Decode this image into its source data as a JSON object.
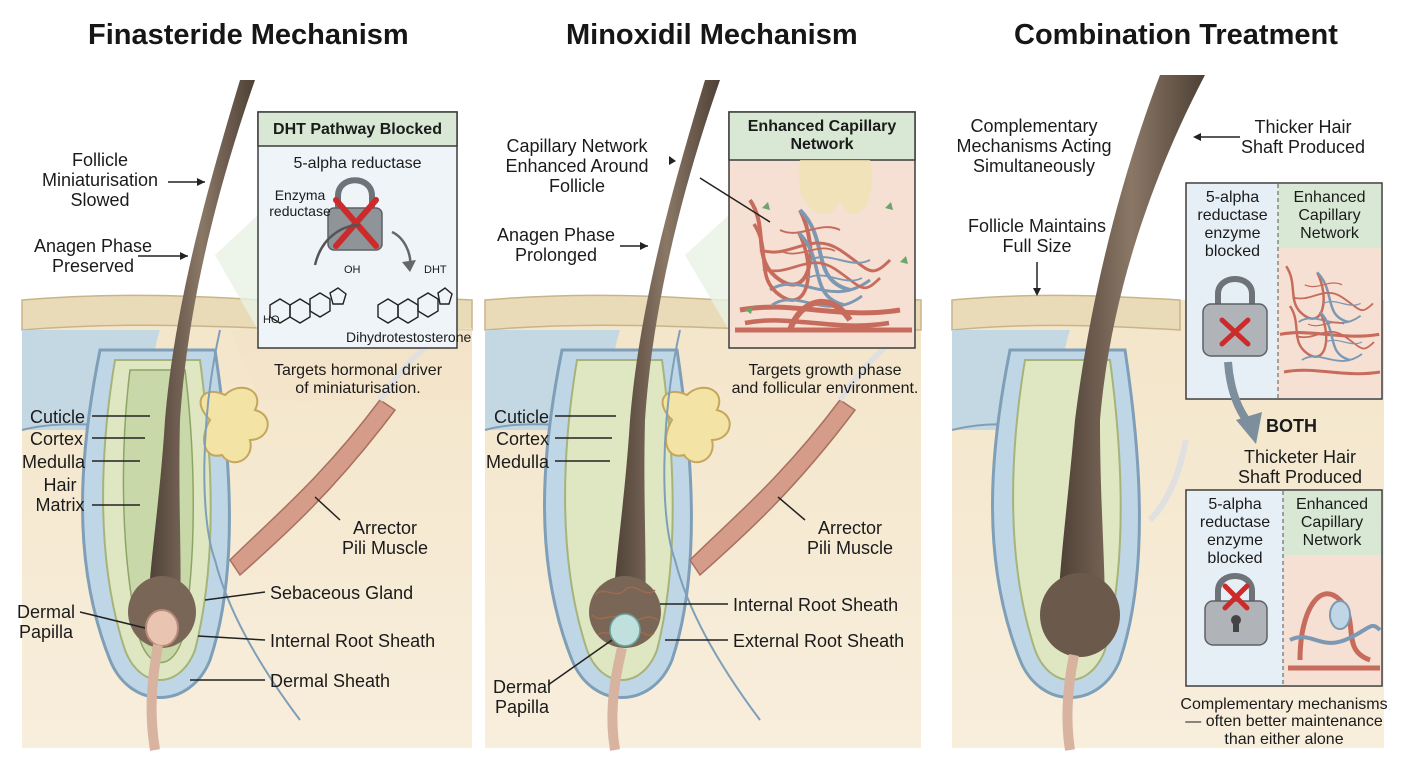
{
  "titles": {
    "finasteride": "Finasteride Mechanism",
    "minoxidil": "Minoxidil Mechanism",
    "combination": "Combination Treatment"
  },
  "finasteride": {
    "follicle_miniaturisation": "Follicle\nMiniaturisation\nSlowed",
    "anagen_preserved": "Anagen Phase\nPreserved",
    "inset_title": "DHT Pathway Blocked",
    "enzyme_label": "5-alpha reductase",
    "enzyma_reductase": "Enzyma\nreductase",
    "oh": "OH",
    "ho": "HO",
    "dht": "DHT",
    "dihydrotestosterone": "Dihydrotestosterone",
    "caption": "Targets hormonal driver\nof miniaturisation.",
    "cuticle": "Cuticle",
    "cortex": "Cortex",
    "medulla": "Medulla",
    "hair_matrix": "Hair\nMatrix",
    "dermal_papilla": "Dermal\nPapilla",
    "arrector": "Arrector\nPili Muscle",
    "sebaceous": "Sebaceous Gland",
    "internal_root": "Internal Root Sheath",
    "dermal_sheath": "Dermal Sheath"
  },
  "minoxidil": {
    "capillary_enhanced": "Capillary Network\nEnhanced Around\nFollicle",
    "anagen_prolonged": "Anagen Phase\nProlonged",
    "inset_title": "Enhanced Capillary\nNetwork",
    "caption": "Targets growth phase\nand follicular environment.",
    "cuticle": "Cuticle",
    "cortex": "Cortex",
    "medulla": "Medulla",
    "arrector": "Arrector\nPili Muscle",
    "internal_root": "Internal Root Sheath",
    "external_root": "External Root Sheath",
    "dermal_papilla": "Dermal\nPapilla"
  },
  "combination": {
    "complementary": "Complementary\nMechanisms Acting\nSimultaneously",
    "thicker_hair": "Thicker Hair\nShaft Produced",
    "follicle_maintains": "Follicle Maintains\nFull Size",
    "box1_left": "5-alpha\nreductase\nenzyme\nblocked",
    "box1_right": "Enhanced\nCapillary\nNetwork",
    "both": "BOTH",
    "thicketer": "Thicketer Hair\nShaft Produced",
    "box2_left": "5-alpha\nreductase\nenzyme\nblocked",
    "box2_right": "Enhanced\nCapillary\nNetwork",
    "caption": "Complementary mechanisms\n— often better maintenance\nthan either alone"
  },
  "colors": {
    "skin": "#f6ead2",
    "epidermis": "#ede1c2",
    "dermis_blue": "#bcd6e8",
    "hair": "#6b5a4c",
    "inset_header": "#d8e8d4",
    "lock": "#8f9499",
    "cross": "#cc2b2b",
    "vessel_red": "#c76c5c",
    "vessel_blue": "#7d98b2"
  }
}
